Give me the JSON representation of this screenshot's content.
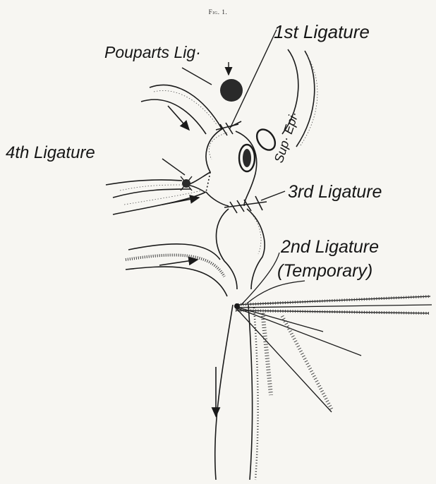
{
  "figure": {
    "title": "Fig. 1."
  },
  "labels": {
    "first_ligature": "1st Ligature",
    "pouparts": "Pouparts Lig·",
    "sup_epi": "Sup· Epi·",
    "fourth_ligature": "4th Ligature",
    "third_ligature": "3rd Ligature",
    "second_ligature": "2nd Ligature",
    "temporary": "(Temporary)"
  },
  "colors": {
    "ink": "#1a1a1a",
    "paper": "#f7f6f2",
    "hatch": "#444444"
  }
}
